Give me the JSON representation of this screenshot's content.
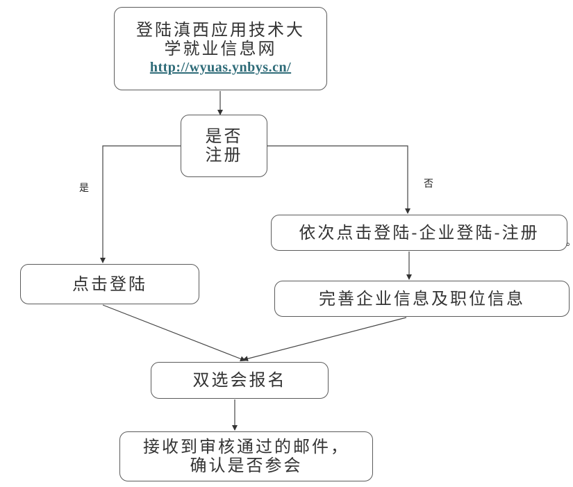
{
  "nodes": {
    "login_site": {
      "lines": [
        "登陆滇西应用技术大",
        "学就业信息网"
      ],
      "url": "http://wyuas.ynbys.cn/"
    },
    "registered": {
      "lines": [
        "是否",
        "注册"
      ]
    },
    "click_login": {
      "text": "点击登陆"
    },
    "register_steps": {
      "text": "依次点击登陆-企业登陆-注册"
    },
    "complete_info": {
      "text": "完善企业信息及职位信息"
    },
    "signup": {
      "text": "双选会报名"
    },
    "email": {
      "lines": [
        "接收到审核通过的邮件，",
        "确认是否参会"
      ]
    }
  },
  "branches": {
    "yes": "是",
    "no": "否"
  },
  "stray_mark": "。"
}
